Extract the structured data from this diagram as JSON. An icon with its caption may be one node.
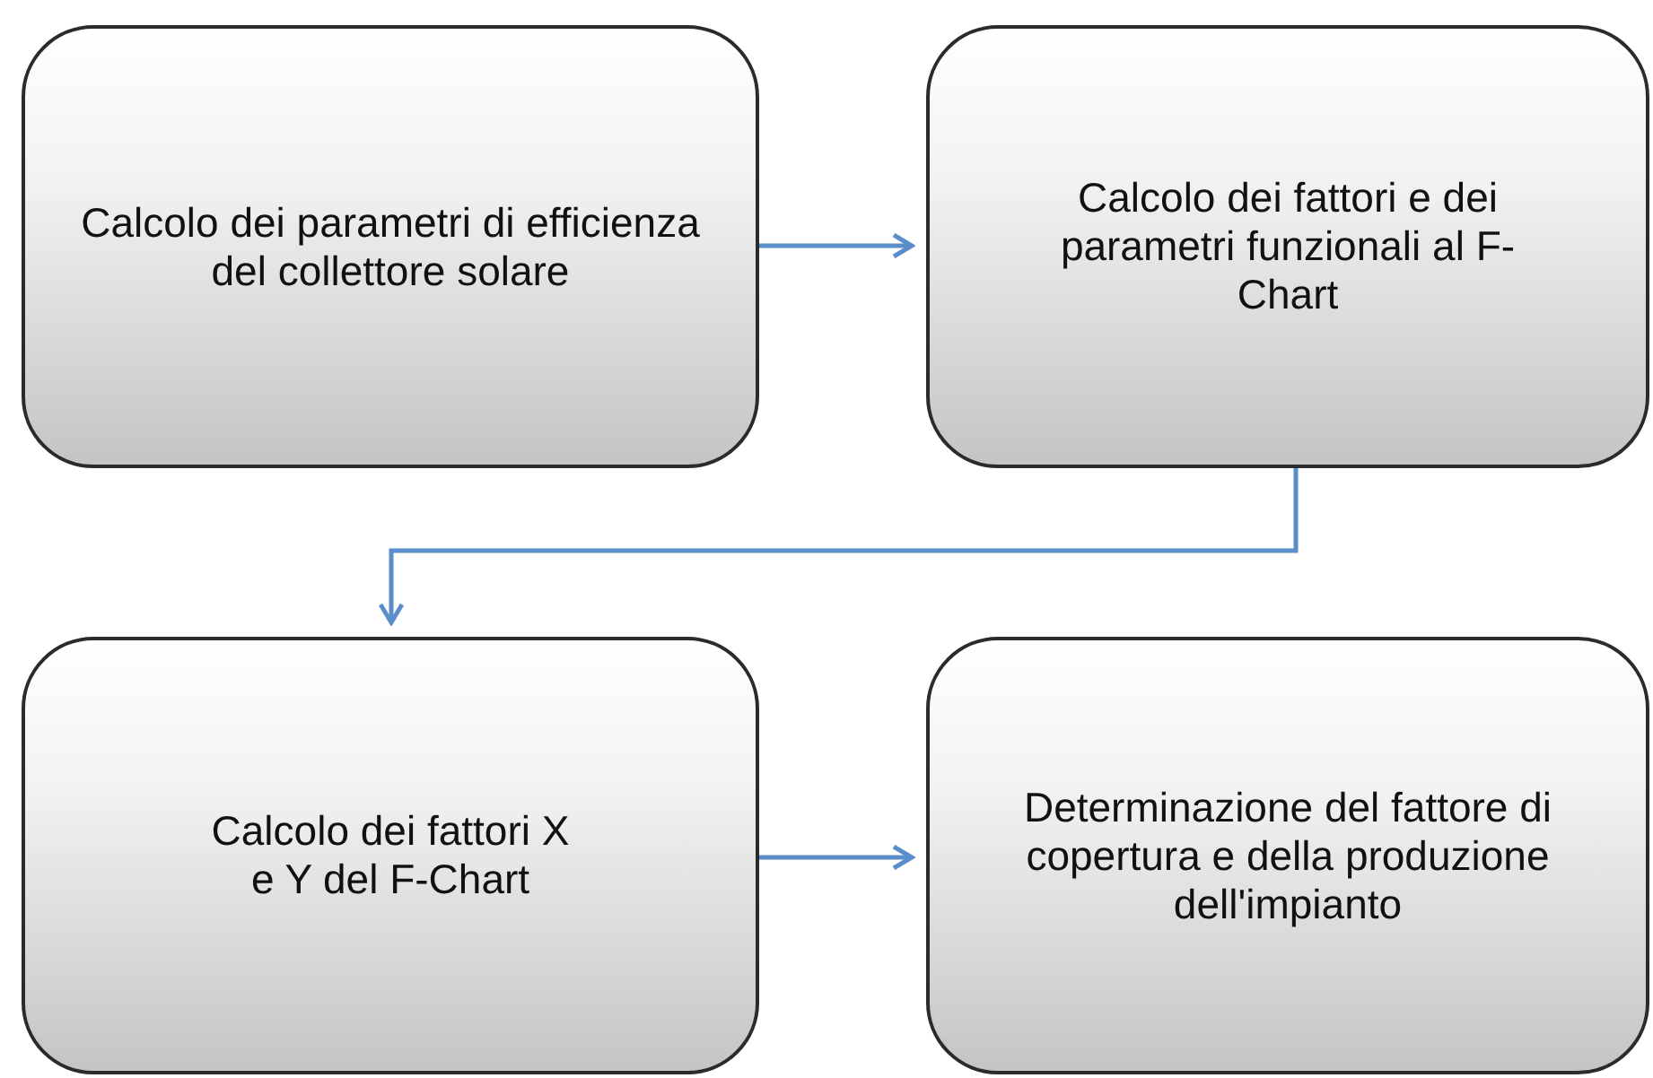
{
  "diagram": {
    "nodes": [
      {
        "text": [
          "Calcolo dei parametri di efficienza del collettore solare"
        ]
      },
      {
        "text": [
          "Calcolo dei fattori e dei parametri funzionali al F-Chart"
        ]
      },
      {
        "text": [
          "Calcolo dei fattori X e Y del F-Chart"
        ]
      },
      {
        "text": [
          "Determinazione del fattore di copertura e della produzione dell'impianto"
        ]
      }
    ],
    "edges": [
      {
        "from": 0,
        "to": 1,
        "arrow": "to"
      },
      {
        "from": 1,
        "to": 2,
        "arrow": "to"
      },
      {
        "from": 2,
        "to": 3,
        "arrow": "to"
      }
    ]
  }
}
